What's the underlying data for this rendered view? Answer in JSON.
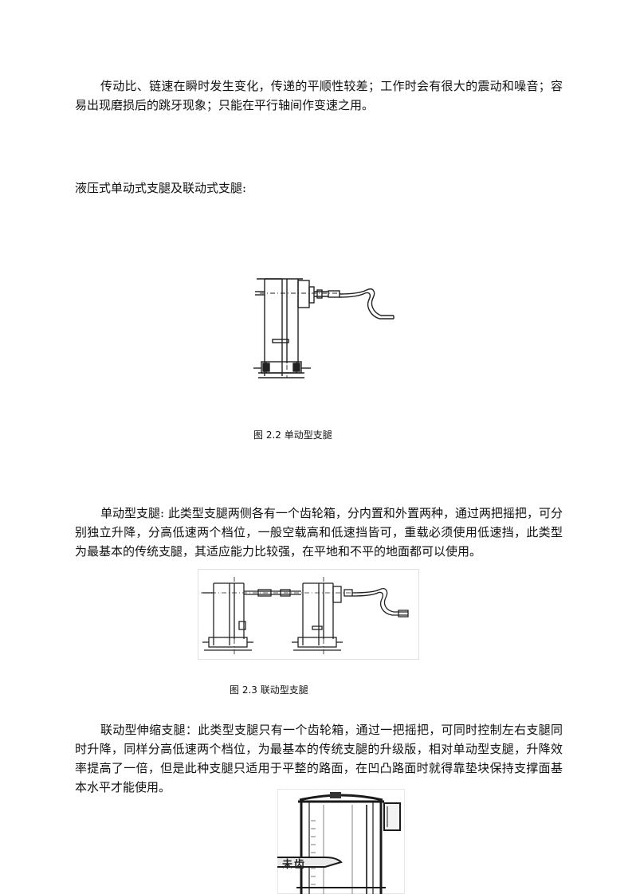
{
  "paragraphs": {
    "chain_drive": "传动比、链速在瞬时发生变化，传递的平顺性较差；工作时会有很大的震动和噪音；容易出现磨损后的跳牙现象；只能在平行轴间作变速之用。",
    "section_heading": "液压式单动式支腿及联动式支腿:",
    "single_leg": "单动型支腿: 此类型支腿两侧各有一个齿轮箱，分内置和外置两种，通过两把摇把，可分别独立升降，分高低速两个档位，一般空载高和低速挡皆可，重载必须使用低速挡，此类型为最基本的传统支腿，其适应能力比较强，在平地和不平的地面都可以使用。",
    "linked_leg": "联动型伸缩支腿：此类型支腿只有一个齿轮箱，通过一把摇把，可同时控制左右支腿同时升降，同样分高低速两个档位，为最基本的传统支腿的升级版，相对单动型支腿，升降效率提高了一倍，但是此种支腿只适用于平整的路面，在凹凸路面时就得靠垫块保持支撑面基本水平才能使用。"
  },
  "figures": {
    "fig_2_2": {
      "caption": "图 2.2 单动型支腿"
    },
    "fig_2_3": {
      "caption": "图 2.3 联动型支腿"
    },
    "fig_photo": {
      "stamp_text": "未齿"
    }
  }
}
